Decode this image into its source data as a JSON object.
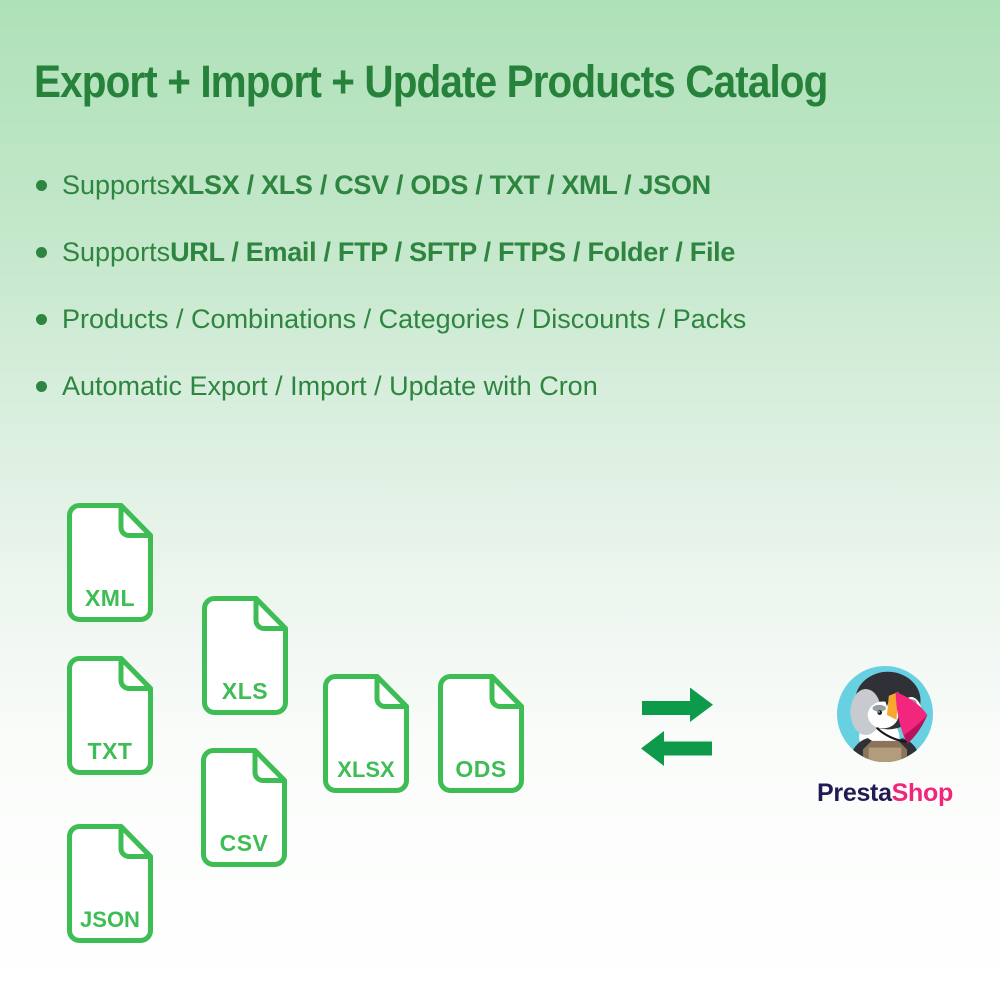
{
  "title": "Export + Import + Update Products Catalog",
  "bullets": [
    {
      "lead": "Supports ",
      "strong": "XLSX / XLS / CSV / ODS / TXT / XML / JSON"
    },
    {
      "lead": "Supports ",
      "strong": "URL / Email / FTP / SFTP / FTPS / Folder / File"
    },
    {
      "lead": "Products / Combinations / Categories / Discounts / Packs",
      "strong": ""
    },
    {
      "lead": "Automatic Export / Import / Update with Cron",
      "strong": ""
    }
  ],
  "files": [
    {
      "label": "XML"
    },
    {
      "label": "XLS"
    },
    {
      "label": "TXT"
    },
    {
      "label": "XLSX"
    },
    {
      "label": "ODS"
    },
    {
      "label": "CSV"
    },
    {
      "label": "JSON"
    }
  ],
  "brand": {
    "first": "Presta",
    "second": "Shop"
  },
  "colors": {
    "title_green": "#26813a",
    "bullet_green": "#2e8540",
    "file_icon_green": "#3ebd54",
    "arrow_green": "#0d9b4b",
    "background_top": "#aee1b8",
    "background_bottom": "#ffffff",
    "logo_circle_cyan": "#68d1e1",
    "brand_navy": "#201b50",
    "brand_pink": "#f0267b",
    "beak_pink": "#f2267c",
    "beak_orange": "#f6a72f"
  }
}
